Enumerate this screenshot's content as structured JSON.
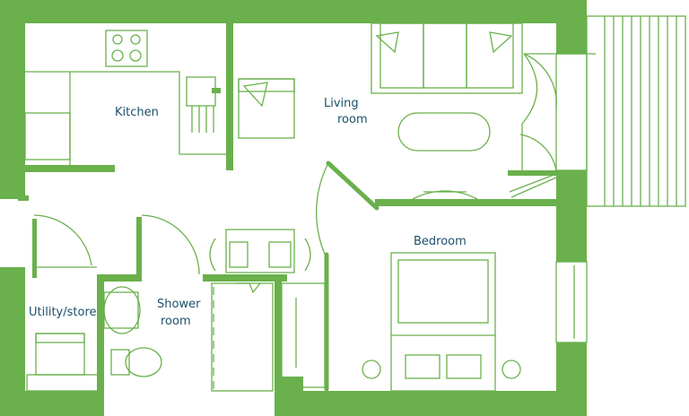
{
  "rooms": {
    "kitchen": "Kitchen",
    "living_line1": "Living",
    "living_line2": "room",
    "bedroom": "Bedroom",
    "utility": "Utility/store",
    "shower_line1": "Shower",
    "shower_line2": "room"
  },
  "colors": {
    "wall": "#6ab04c",
    "label": "#1d4f6b",
    "background": "#ffffff"
  }
}
